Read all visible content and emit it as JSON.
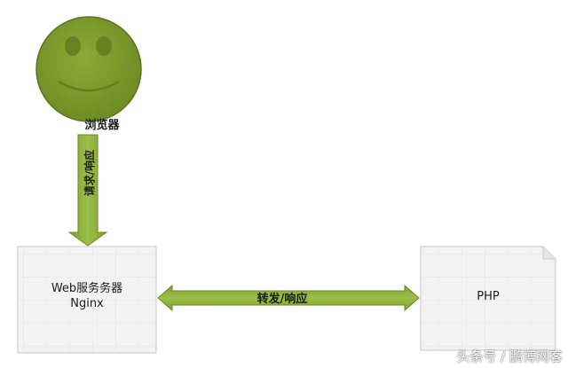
{
  "nodes": {
    "browser": {
      "label": "浏览器"
    },
    "web_server": {
      "title": "Web服务务器",
      "subtitle": "Nginx"
    },
    "php": {
      "title": "PHP"
    }
  },
  "edges": {
    "browser_to_server": {
      "label": "请求/响应"
    },
    "server_to_php": {
      "label": "转发/响应"
    }
  },
  "watermark": "头条号 / 鹏博网客",
  "colors": {
    "face_fill": "#7a9a2c",
    "face_stroke": "#5c7420",
    "arrow_fill": "#8db13c",
    "box_fill": "#f2f2f2",
    "box_stroke": "#c8c8c8"
  }
}
